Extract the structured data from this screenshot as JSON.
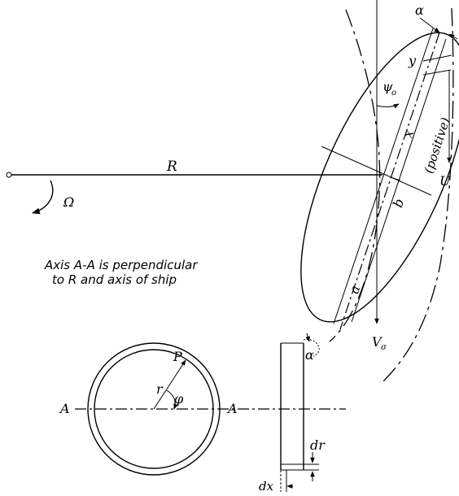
{
  "labels": {
    "R": "R",
    "omega": "Ω",
    "alpha_top": "α",
    "y": "y",
    "psi": "ψ",
    "psi_sub": "o",
    "x": "x",
    "positive": "(positive)",
    "U": "U",
    "b": "b",
    "a": "a",
    "V": "V",
    "V_sub": "σ",
    "alpha_low": "α",
    "P": "P",
    "r": "r",
    "phi": "φ",
    "A_left": "A",
    "A_right": "A",
    "dr": "dr",
    "dx": "dx"
  },
  "note": {
    "line1": "Axis A-A is perpendicular",
    "line2": "to R and axis of ship"
  }
}
